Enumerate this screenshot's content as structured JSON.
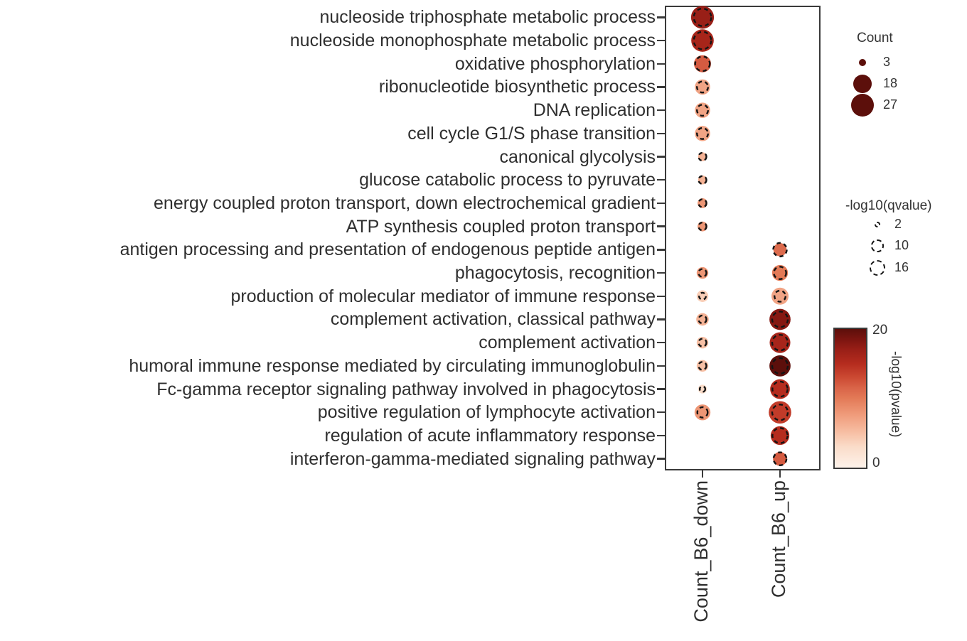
{
  "chart_data": {
    "type": "scatter",
    "subtype": "dot-plot-go-enrichment",
    "title": "",
    "x_categories": [
      "Count_B6_down",
      "Count_B6_up"
    ],
    "axes": {
      "x_tick_labels": [
        "Count_B6_down",
        "Count_B6_up"
      ],
      "grid": "off",
      "panel_border_color": "#3a3a3a"
    },
    "rows": [
      {
        "label": "nucleoside triphosphate metabolic process",
        "down": {
          "count": 27,
          "qvalue": 20,
          "pvalue": 17
        },
        "up": null
      },
      {
        "label": "nucleoside monophosphate metabolic process",
        "down": {
          "count": 26,
          "qvalue": 20,
          "pvalue": 16
        },
        "up": null
      },
      {
        "label": "oxidative phosphorylation",
        "down": {
          "count": 15,
          "qvalue": 14,
          "pvalue": 12
        },
        "up": null
      },
      {
        "label": "ribonucleotide biosynthetic process",
        "down": {
          "count": 12,
          "qvalue": 8,
          "pvalue": 7
        },
        "up": null
      },
      {
        "label": "DNA replication",
        "down": {
          "count": 12,
          "qvalue": 8,
          "pvalue": 7
        },
        "up": null
      },
      {
        "label": "cell cycle G1/S phase transition",
        "down": {
          "count": 12,
          "qvalue": 8,
          "pvalue": 7
        },
        "up": null
      },
      {
        "label": "canonical glycolysis",
        "down": {
          "count": 4,
          "qvalue": 4,
          "pvalue": 6
        },
        "up": null
      },
      {
        "label": "glucose catabolic process to pyruvate",
        "down": {
          "count": 4,
          "qvalue": 4,
          "pvalue": 6
        },
        "up": null
      },
      {
        "label": "energy coupled proton transport, down electrochemical gradient",
        "down": {
          "count": 5,
          "qvalue": 4,
          "pvalue": 8
        },
        "up": null
      },
      {
        "label": "ATP synthesis coupled proton transport",
        "down": {
          "count": 5,
          "qvalue": 4,
          "pvalue": 8
        },
        "up": null
      },
      {
        "label": "antigen processing and presentation of endogenous peptide antigen",
        "down": null,
        "up": {
          "count": 9,
          "qvalue": 12,
          "pvalue": 11
        }
      },
      {
        "label": "phagocytosis, recognition",
        "down": {
          "count": 7,
          "qvalue": 4,
          "pvalue": 8
        },
        "up": {
          "count": 13,
          "qvalue": 10,
          "pvalue": 10
        }
      },
      {
        "label": "production of molecular mediator of immune response",
        "down": {
          "count": 7,
          "qvalue": 3,
          "pvalue": 4
        },
        "up": {
          "count": 15,
          "qvalue": 8,
          "pvalue": 7
        }
      },
      {
        "label": "complement activation, classical pathway",
        "down": {
          "count": 8,
          "qvalue": 4,
          "pvalue": 6
        },
        "up": {
          "count": 23,
          "qvalue": 16,
          "pvalue": 18
        }
      },
      {
        "label": "complement activation",
        "down": {
          "count": 7,
          "qvalue": 4,
          "pvalue": 5
        },
        "up": {
          "count": 22,
          "qvalue": 16,
          "pvalue": 16
        }
      },
      {
        "label": "humoral immune response mediated by circulating immunoglobulin",
        "down": {
          "count": 7,
          "qvalue": 4,
          "pvalue": 5
        },
        "up": {
          "count": 23,
          "qvalue": 16,
          "pvalue": 20
        }
      },
      {
        "label": "Fc-gamma receptor signaling pathway involved in phagocytosis",
        "down": {
          "count": 4,
          "qvalue": 2,
          "pvalue": 3
        },
        "up": {
          "count": 20,
          "qvalue": 15,
          "pvalue": 15
        }
      },
      {
        "label": "positive regulation of lymphocyte activation",
        "down": {
          "count": 13,
          "qvalue": 7,
          "pvalue": 8
        },
        "up": {
          "count": 26,
          "qvalue": 16,
          "pvalue": 14
        }
      },
      {
        "label": "regulation of acute inflammatory response",
        "down": null,
        "up": {
          "count": 18,
          "qvalue": 15,
          "pvalue": 15
        }
      },
      {
        "label": "interferon-gamma-mediated signaling pathway",
        "down": null,
        "up": {
          "count": 10,
          "qvalue": 11,
          "pvalue": 12
        }
      }
    ],
    "legends": {
      "count": {
        "title": "Count",
        "values": [
          3,
          18,
          27
        ],
        "dot_color": "#5c0f0b"
      },
      "qvalue": {
        "title": "-log10(qvalue)",
        "values": [
          2,
          10,
          16
        ]
      },
      "pvalue_colorbar": {
        "title": "-log10(pvalue)",
        "min_label": "0",
        "max_label": "20",
        "min": 0,
        "max": 20
      }
    },
    "color_scale": {
      "stops": [
        [
          0,
          "#fdf2ea"
        ],
        [
          0.15,
          "#fadcc9"
        ],
        [
          0.25,
          "#f7c0a5"
        ],
        [
          0.375,
          "#f09d7d"
        ],
        [
          0.5,
          "#e37a57"
        ],
        [
          0.575,
          "#d96448"
        ],
        [
          0.65,
          "#cc4a33"
        ],
        [
          0.75,
          "#b52c1e"
        ],
        [
          0.85,
          "#991f17"
        ],
        [
          0.925,
          "#7c1510"
        ],
        [
          1,
          "#5c0f0b"
        ]
      ],
      "ring_stroke_color": "#141414"
    }
  }
}
